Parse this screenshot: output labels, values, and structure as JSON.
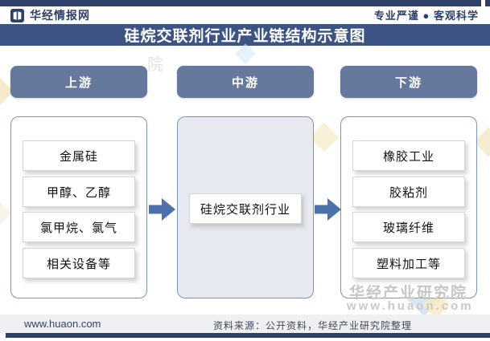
{
  "header": {
    "brand": "华经情报网",
    "slogan": "专业严谨 ● 客观科学"
  },
  "title": "硅烷交联剂行业产业链结构示意图",
  "stages": [
    {
      "label": "上游",
      "items": [
        "金属硅",
        "甲醇、乙醇",
        "氯甲烷、氯气",
        "相关设备等"
      ]
    },
    {
      "label": "中游",
      "items": [
        "硅烷交联剂行业"
      ]
    },
    {
      "label": "下游",
      "items": [
        "橡胶工业",
        "胶粘剂",
        "玻璃纤维",
        "塑料加工等"
      ]
    }
  ],
  "watermark": {
    "institute": "华经产业研究院",
    "site": "www.huaon.com",
    "stray_char": "院"
  },
  "footer": {
    "site": "www.huaon.com",
    "source": "资料来源：公开资料，华经产业研究院整理"
  },
  "colors": {
    "navy": "#2e4169",
    "banner_blue": "#3d5383",
    "button_slate": "#67789d",
    "arrow_blue": "#4d71aa",
    "panel_border": "#7d93b6",
    "mid_panel_fill": "#e7ebf1"
  }
}
